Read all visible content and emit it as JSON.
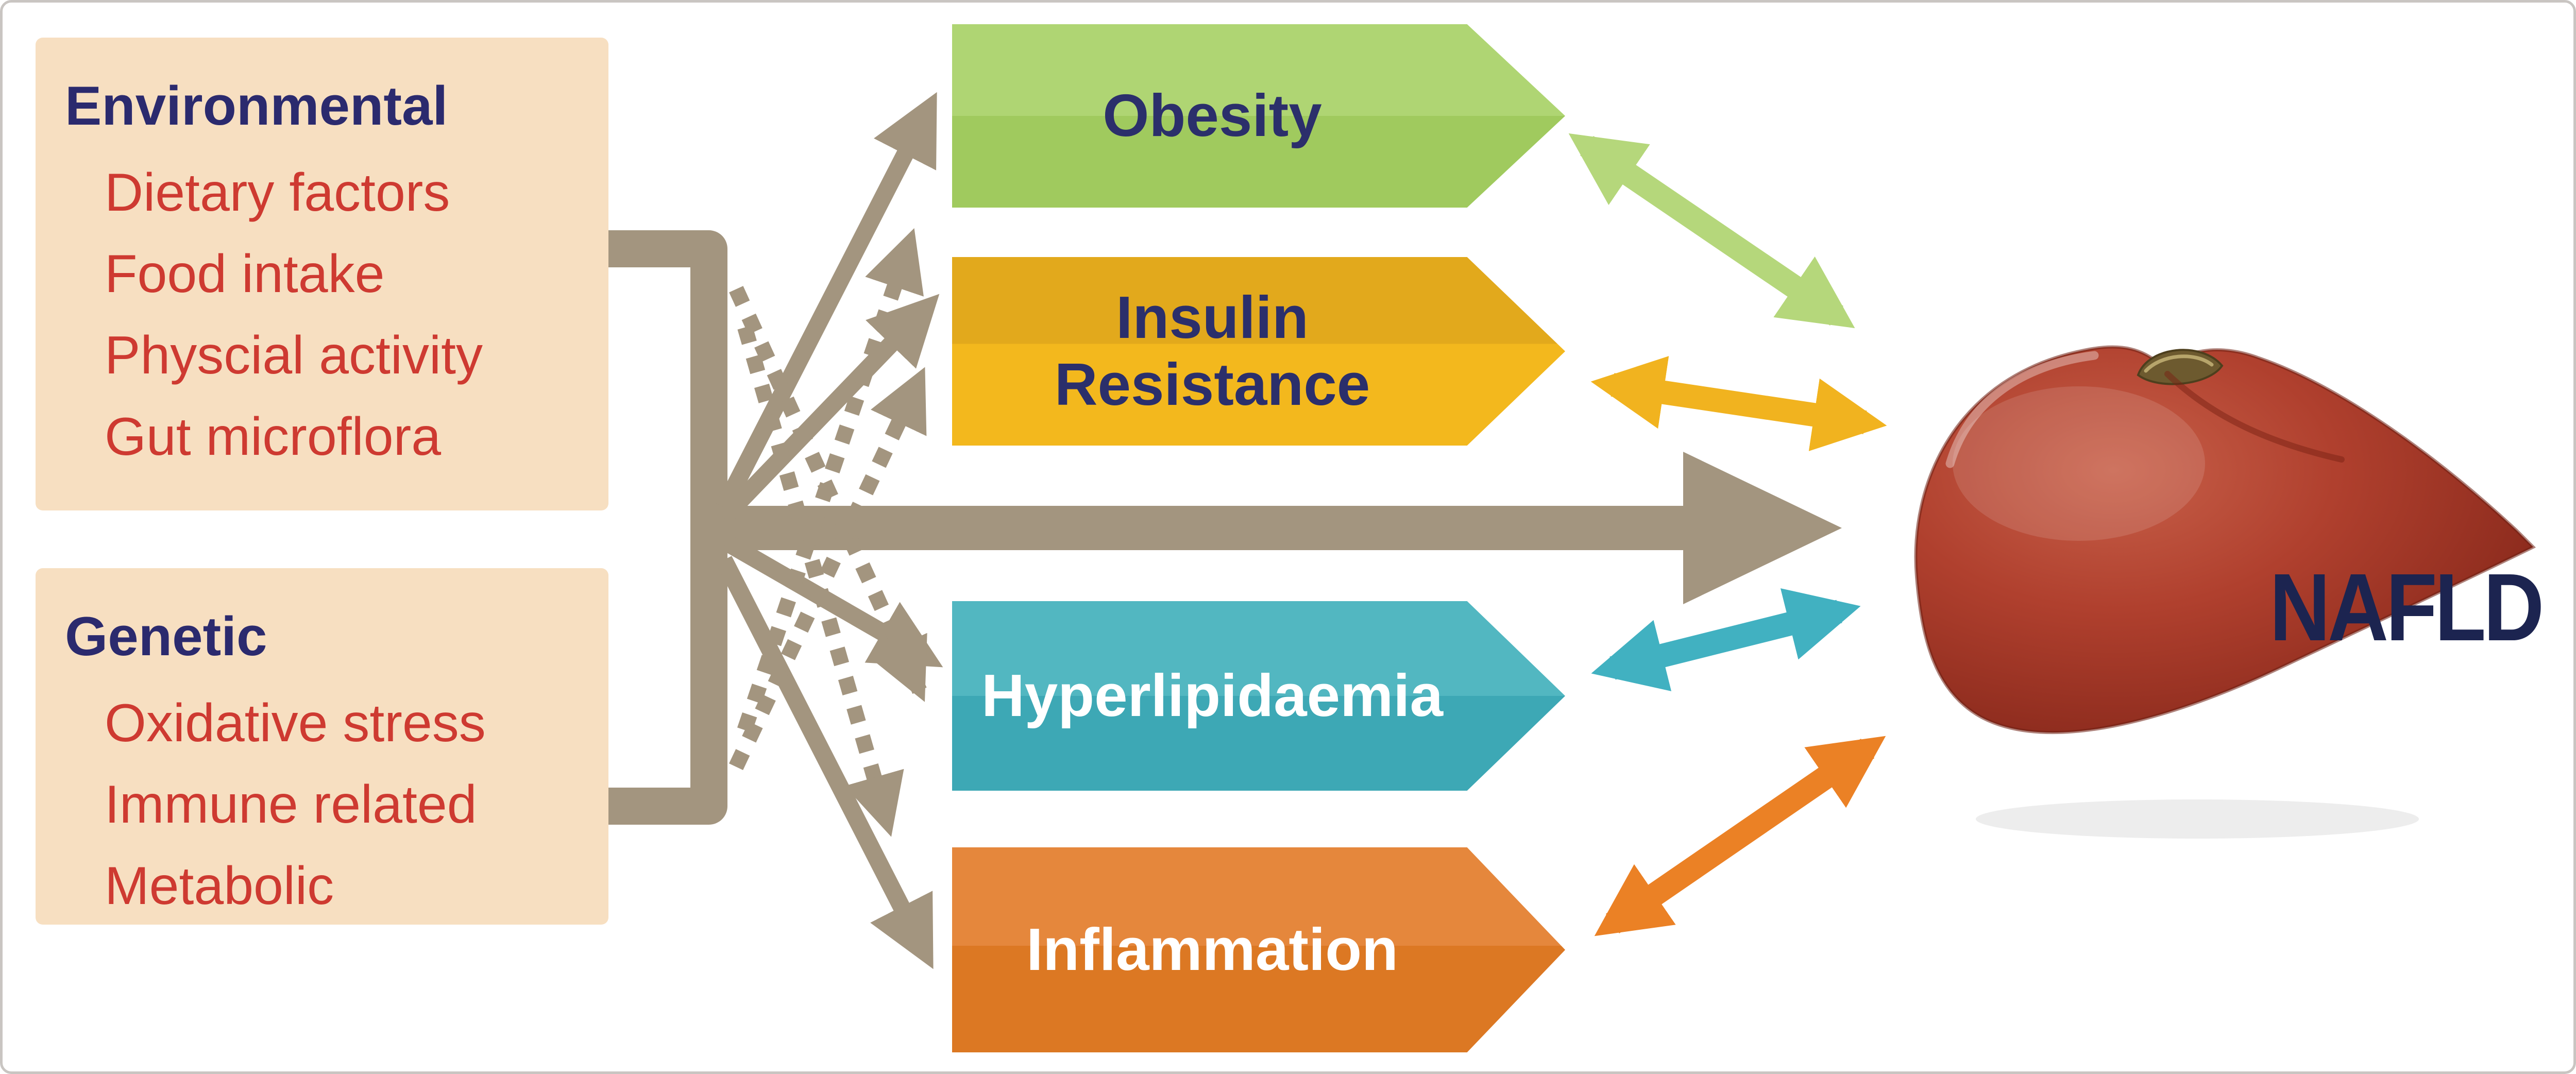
{
  "diagram_title": "NAFLD environmental and genetic risk factor diagram",
  "boxes": {
    "environmental": {
      "heading": "Environmental",
      "items": [
        "Dietary factors",
        "Food intake",
        "Physcial activity",
        "Gut microflora"
      ]
    },
    "genetic": {
      "heading": "Genetic",
      "items": [
        "Oxidative stress",
        "Immune related",
        "Metabolic"
      ]
    }
  },
  "banners": [
    {
      "label": "Obesity",
      "lines": [
        "Obesity"
      ],
      "color": "#a6cd66",
      "text_color": "#2b2f6b"
    },
    {
      "label": "Insulin Resistance",
      "lines": [
        "Insulin",
        "Resistance"
      ],
      "color": "#eeb31e",
      "text_color": "#2b2f6b"
    },
    {
      "label": "Hyperlipidaemia",
      "lines": [
        "Hyperlipidaemia"
      ],
      "color": "#45aeba",
      "text_color": "#ffffff"
    },
    {
      "label": "Inflammation",
      "lines": [
        "Inflammation"
      ],
      "color": "#e07e2a",
      "text_color": "#ffffff"
    }
  ],
  "target": {
    "label": "NAFLD",
    "color": "#1c2450"
  },
  "colors": {
    "box_fill": "#f7dfc1",
    "heading_text": "#2b2a6e",
    "item_text": "#ce3a31",
    "connector_arrow": "#a3957f",
    "double_arrow_green": "#b5d77b",
    "double_arrow_gold": "#f1b31f",
    "double_arrow_teal": "#41b1c1",
    "double_arrow_orange": "#eb8125",
    "liver_main": "#a83a28"
  }
}
